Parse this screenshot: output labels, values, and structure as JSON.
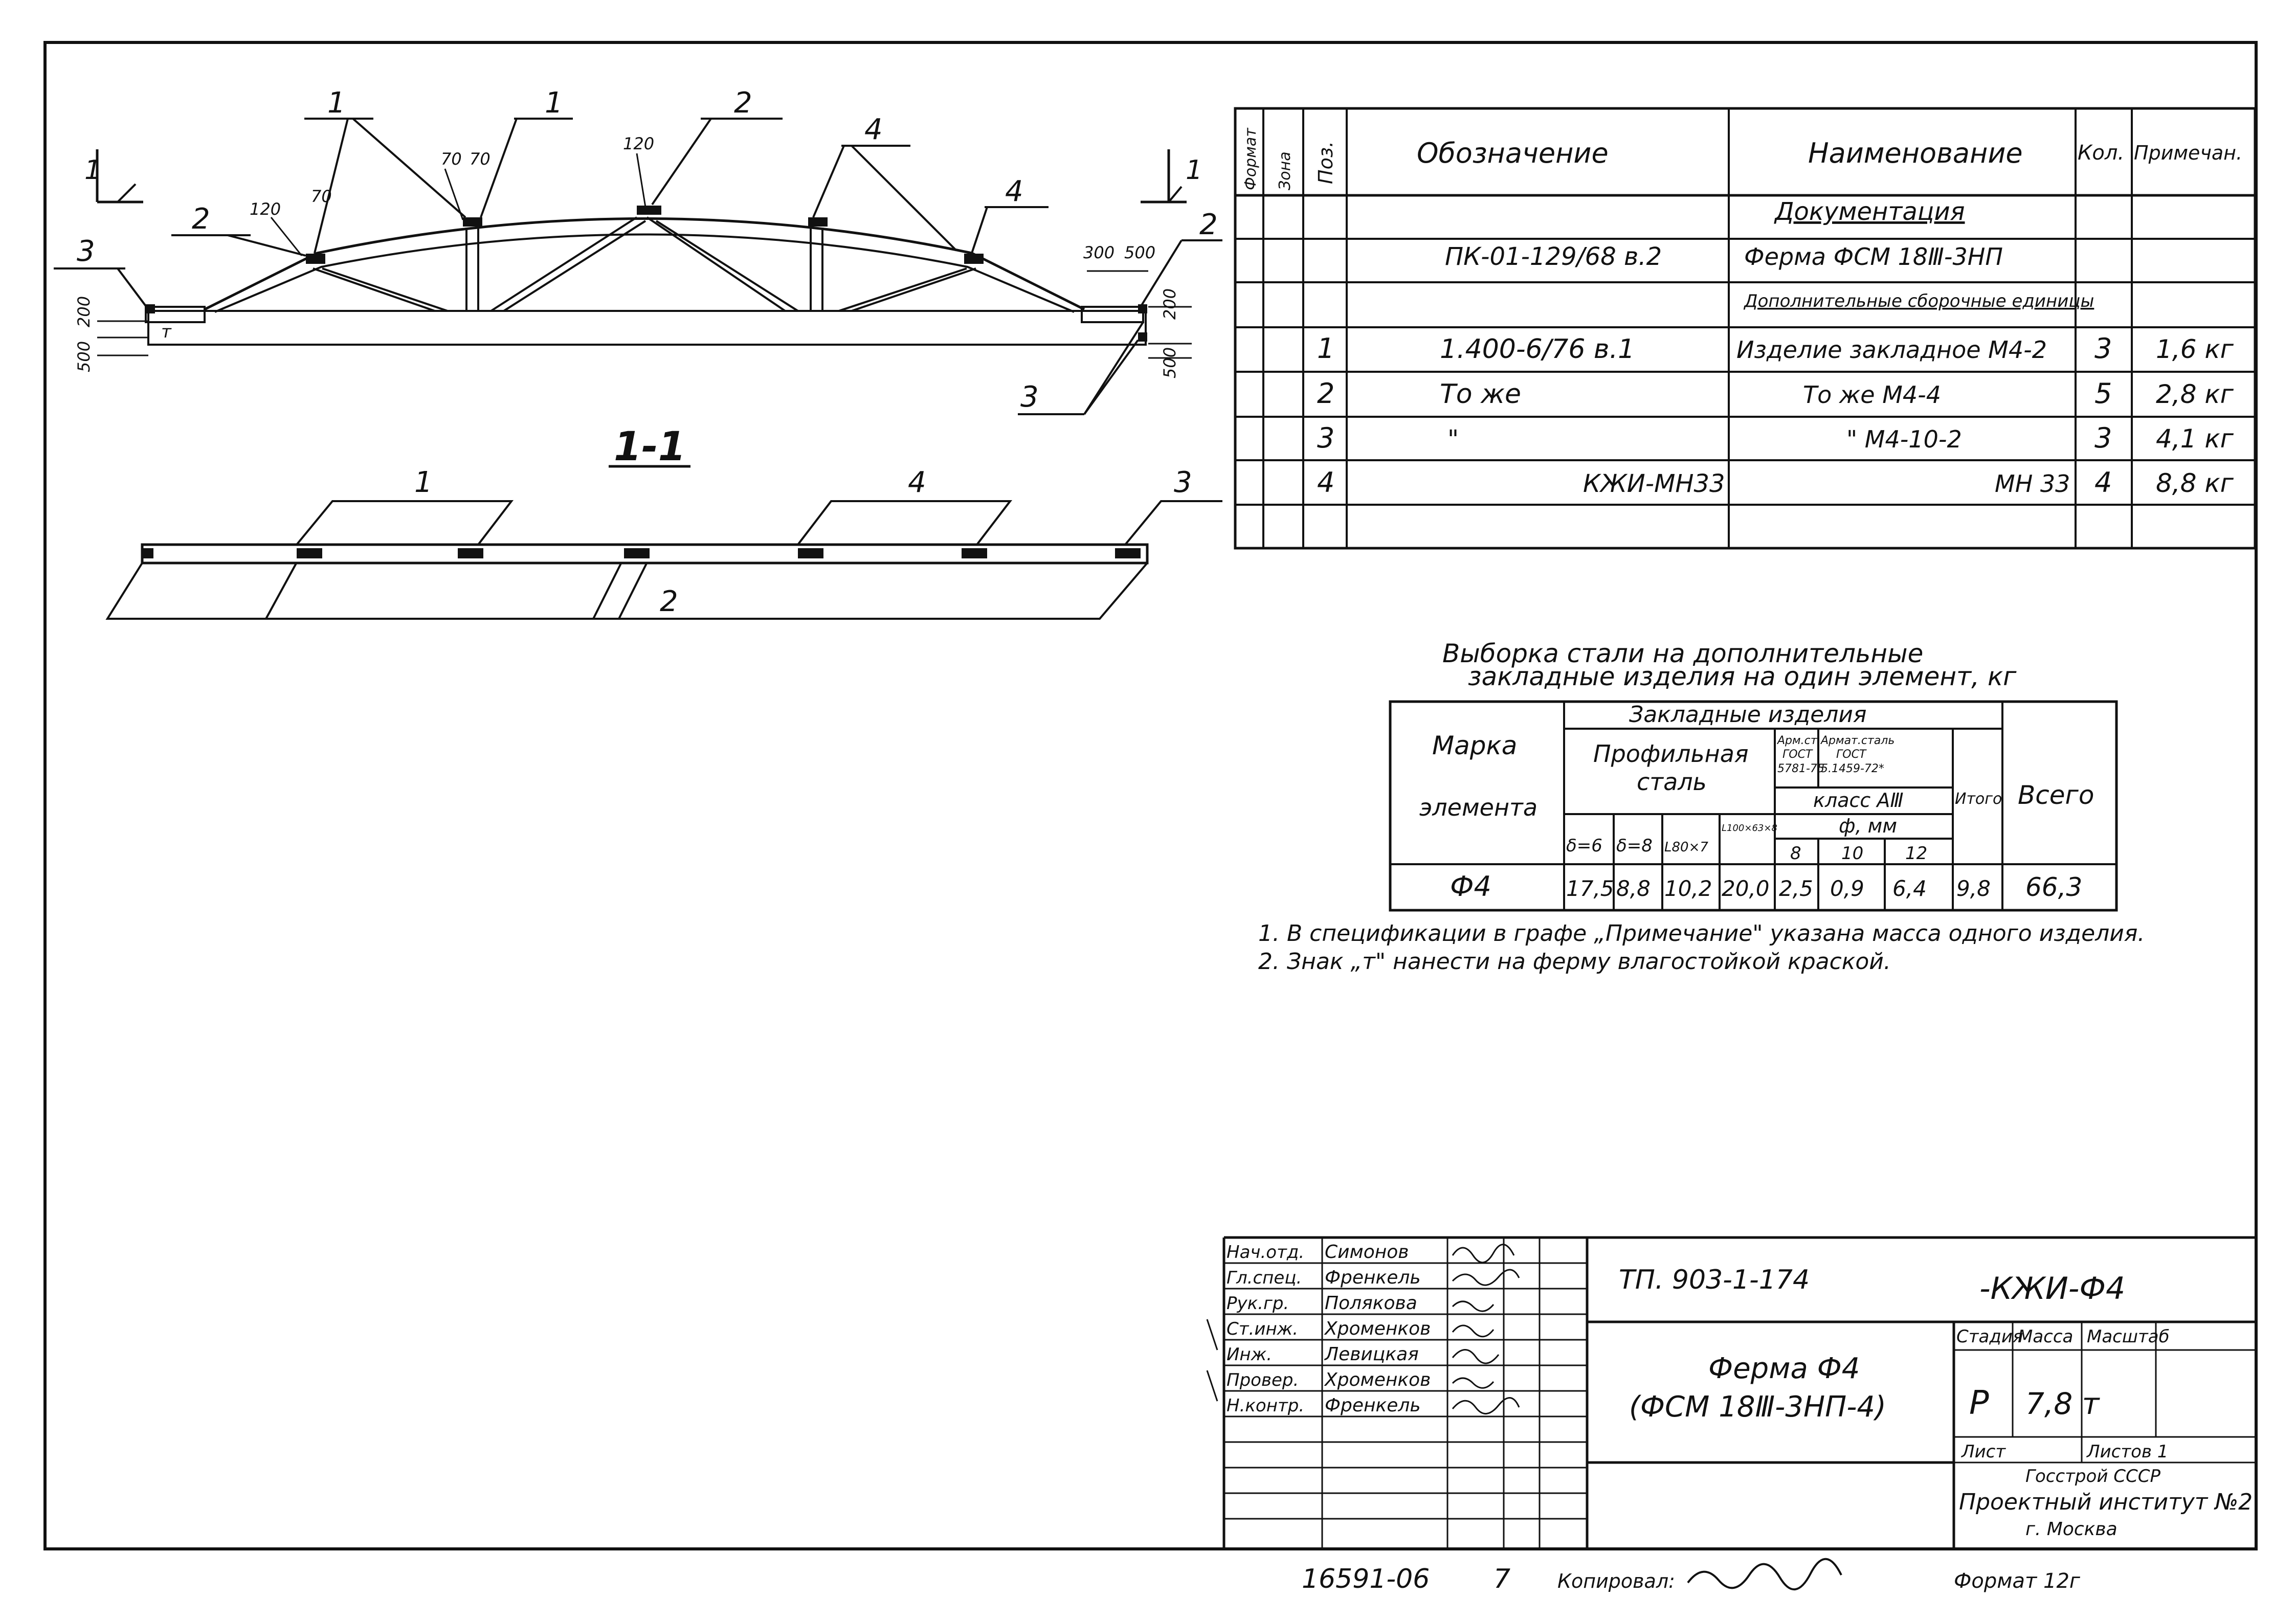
{
  "truss": {
    "section_mark": "1",
    "callouts": {
      "p1a": "1",
      "p1b": "1",
      "p2a": "2",
      "p2b": "2",
      "p2c": "2",
      "p3a": "3",
      "p3b": "3",
      "p4a": "4",
      "p4b": "4"
    },
    "dims": {
      "d120a": "120",
      "d70a": "70",
      "d70b": "70",
      "d70c": "70",
      "d120b": "120",
      "d300": "300",
      "d500a": "500",
      "d500b": "500",
      "d200a": "200",
      "d500c": "500",
      "d200b": "200"
    },
    "mark_t": "т"
  },
  "section": {
    "title": "1-1",
    "callouts": {
      "c1": "1",
      "c4": "4",
      "c3": "3",
      "c2": "2"
    }
  },
  "spec": {
    "headers": {
      "format": "Формат",
      "zone": "Зона",
      "pos": "Поз.",
      "designation": "Обозначение",
      "name": "Наименование",
      "qty": "Кол.",
      "note": "Примечан."
    },
    "rows": [
      {
        "pos": "",
        "designation": "",
        "name": "Документация",
        "qty": "",
        "note": ""
      },
      {
        "pos": "",
        "designation": "ПК-01-129/68 в.2",
        "name": "Ферма ФСМ 18Ⅲ-3НП",
        "qty": "",
        "note": ""
      },
      {
        "pos": "",
        "designation": "",
        "name": "Дополнительные сборочные единицы",
        "qty": "",
        "note": ""
      },
      {
        "pos": "1",
        "designation": "1.400-6/76   в.1",
        "name": "Изделие закладное М4-2",
        "qty": "3",
        "note": "1,6 кг"
      },
      {
        "pos": "2",
        "designation": "То же",
        "name": "То же          М4-4",
        "qty": "5",
        "note": "2,8 кг"
      },
      {
        "pos": "3",
        "designation": "\"",
        "name": "\"          М4-10-2",
        "qty": "3",
        "note": "4,1 кг"
      },
      {
        "pos": "4",
        "designation": "КЖИ-МН33",
        "name": "МН 33",
        "qty": "4",
        "note": "8,8 кг"
      },
      {
        "pos": "",
        "designation": "",
        "name": "",
        "qty": "",
        "note": ""
      }
    ]
  },
  "steel": {
    "title_line1": "Выборка стали на дополнительные",
    "title_line2": "закладные изделия на один элемент, кг",
    "h_mark1": "Марка",
    "h_mark2": "элемента",
    "h_embedded": "Закладные изделия",
    "h_profile1": "Профильная",
    "h_profile2": "сталь",
    "h_gost1a": "Арм.ст.",
    "h_gost1b": "ГОСТ",
    "h_gost1c": "5781-75",
    "h_gost2a": "Армат.сталь",
    "h_gost2b": "ГОСТ",
    "h_gost2c": "5.1459-72*",
    "h_class": "класс АⅢ",
    "h_phi": "ф, мм",
    "h_total": "Итого",
    "h_all": "Всего",
    "cols": [
      "δ=6",
      "δ=8",
      "L80×7",
      "L100×63×8",
      "8",
      "10",
      "12"
    ],
    "row": {
      "mark": "Ф4",
      "values": [
        "17,5",
        "8,8",
        "10,2",
        "20,0",
        "2,5",
        "0,9",
        "6,4"
      ],
      "itogo": "9,8",
      "vsego": "66,3"
    }
  },
  "notes": [
    "1. В спецификации в графе „Примечание\" указана масса одного изделия.",
    "2. Знак „т\" нанести на ферму влагостойкой краской."
  ],
  "stamp": {
    "roles": [
      "Нач.отд.",
      "Гл.спец.",
      "Рук.гр.",
      "Ст.инж.",
      "Инж.",
      "Провер.",
      "Н.контр."
    ],
    "names": [
      "Симонов",
      "Френкель",
      "Полякова",
      "Хроменков",
      "Левицкая",
      "Хроменков",
      "Френкель"
    ],
    "project": "ТП. 903-1-174",
    "code": "-КЖИ-Ф4",
    "title1": "Ферма Ф4",
    "title2": "(ФСМ 18Ⅲ-3НП-4)",
    "h_stage": "Стадия",
    "h_mass": "Масса",
    "h_scale": "Масштаб",
    "stage": "Р",
    "mass": "7,8 т",
    "sheet": "Лист",
    "sheets": "Листов 1",
    "org1": "Госстрой СССР",
    "org2": "Проектный институт №2",
    "org3": "г. Москва"
  },
  "footer": {
    "inv": "16591-06",
    "page": "7",
    "copied": "Копировал:",
    "format": "Формат 12г"
  }
}
